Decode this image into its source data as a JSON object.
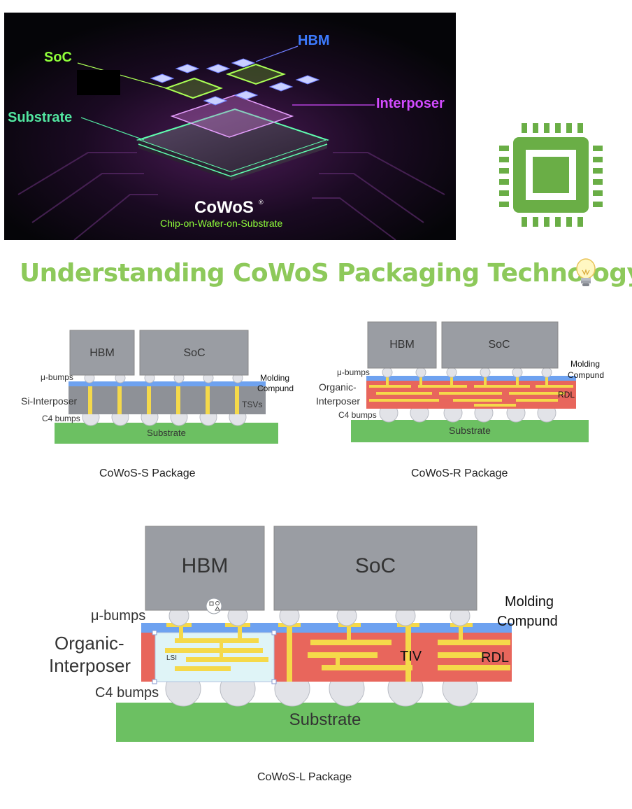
{
  "hero": {
    "labels": {
      "hbm": "HBM",
      "soc": "SoC",
      "interposer": "Interposer",
      "substrate": "Substrate"
    },
    "brand": "CoWoS",
    "brand_mark": "®",
    "subtitle": "Chip-on-Wafer-on-Substrate",
    "colors": {
      "hbm": "#3d7bff",
      "soc": "#8fff3a",
      "interposer": "#d24bff",
      "substrate": "#52e6a0"
    }
  },
  "chip_icon": {
    "icon": "cpu-chip-icon",
    "color": "#6aae46"
  },
  "page_title": "Understanding CoWoS Packaging Technology",
  "title_icon": "lightbulb-icon",
  "title_color": "#8dc95a",
  "cowos_s": {
    "hbm": "HBM",
    "soc": "SoC",
    "ubumps": "μ-bumps",
    "molding": [
      "Molding",
      "Compund"
    ],
    "interposer": "Si-Interposer",
    "tsvs": "TSVs",
    "c4": "C4 bumps",
    "substrate": "Substrate",
    "caption": "CoWoS-S Package"
  },
  "cowos_r": {
    "hbm": "HBM",
    "soc": "SoC",
    "ubumps": "μ-bumps",
    "molding": [
      "Molding",
      "Compund"
    ],
    "interposer": [
      "Organic-",
      "Interposer"
    ],
    "rdl": "RDL",
    "c4": "C4 bumps",
    "substrate": "Substrate",
    "caption": "CoWoS-R Package"
  },
  "cowos_l": {
    "hbm": "HBM",
    "soc": "SoC",
    "ubumps": "μ-bumps",
    "molding": [
      "Molding",
      "Compund"
    ],
    "interposer": [
      "Organic-",
      "Interposer"
    ],
    "lsi": "LSI",
    "tiv": "TIV",
    "rdl": "RDL",
    "c4": "C4 bumps",
    "substrate": "Substrate",
    "caption": "CoWoS-L Package"
  },
  "palette": {
    "die": "#9a9da3",
    "interposer_si": "#8e9197",
    "organic": "#e8665c",
    "molding": "#6ea2f0",
    "via": "#f5d94a",
    "substrate": "#6cc062",
    "bump": "#e2e3e8",
    "lsi": "#dff4f7"
  }
}
